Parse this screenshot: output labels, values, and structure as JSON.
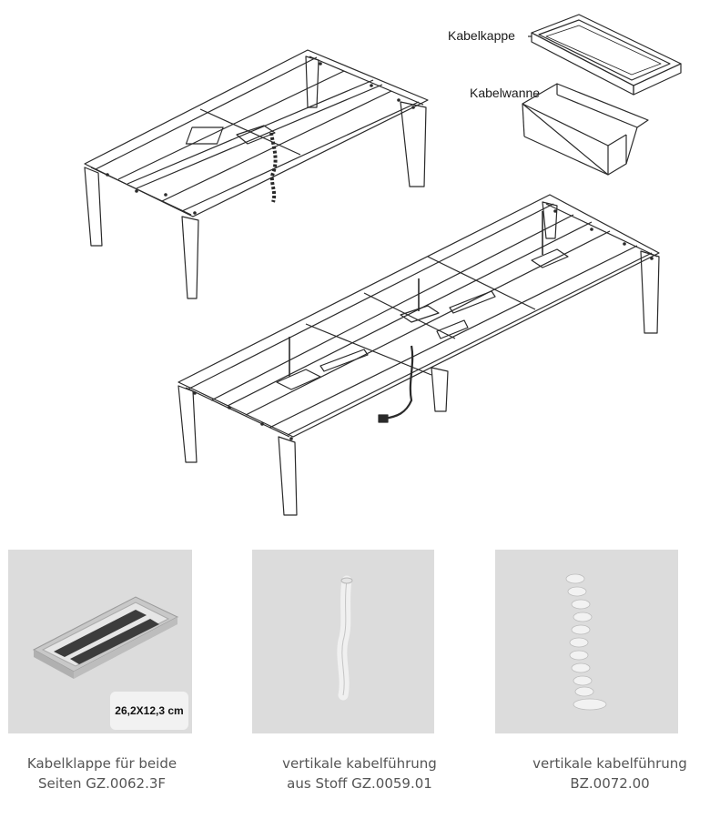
{
  "diagram": {
    "labels": {
      "cable_cap": "Kabelkappe",
      "cable_tray": "Kabelwanne"
    }
  },
  "products": [
    {
      "size": "26,2X12,3 cm",
      "caption_line1": "Kabelklappe für beide",
      "caption_line2": "Seiten GZ.0062.3F"
    },
    {
      "caption_line1": "vertikale kabelführung",
      "caption_line2": "aus Stoff GZ.0059.01"
    },
    {
      "caption_line1": "vertikale kabelführung",
      "caption_line2": "BZ.0072.00"
    }
  ]
}
